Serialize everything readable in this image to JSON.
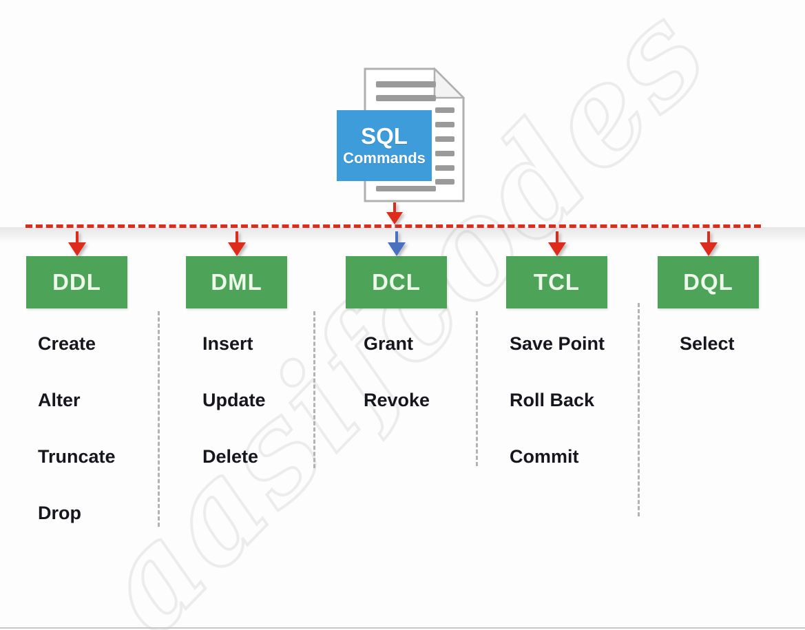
{
  "diagram": {
    "watermark": "aasifcodes",
    "source_badge": {
      "line1": "SQL",
      "line2": "Commands"
    },
    "categories": [
      {
        "label": "DDL",
        "arrow_color": "#dd2b1c",
        "items": [
          "Create",
          "Alter",
          "Truncate",
          "Drop"
        ]
      },
      {
        "label": "DML",
        "arrow_color": "#dd2b1c",
        "items": [
          "Insert",
          "Update",
          "Delete"
        ]
      },
      {
        "label": "DCL",
        "arrow_color": "#4a70c0",
        "items": [
          "Grant",
          "Revoke"
        ]
      },
      {
        "label": "TCL",
        "arrow_color": "#dd2b1c",
        "items": [
          "Save Point",
          "Roll Back",
          "Commit"
        ]
      },
      {
        "label": "DQL",
        "arrow_color": "#dd2b1c",
        "items": [
          "Select"
        ]
      }
    ],
    "colors": {
      "category_box": "#4da357",
      "category_label": "#edf7ea",
      "badge_blue": "#3e9cdb",
      "divider_red": "#dd2b1c",
      "separator_gray": "#b3b3b3",
      "item_text": "#16161e",
      "watermark_gray": "#ececec"
    }
  }
}
